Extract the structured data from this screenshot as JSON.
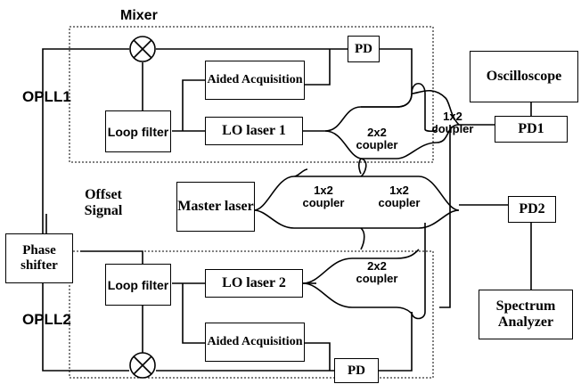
{
  "labels": {
    "mixer": "Mixer",
    "opll1": "OPLL1",
    "opll2": "OPLL2",
    "offset_signal": "Offset Signal",
    "phase_shifter": "Phase shifter",
    "master_laser": "Master laser",
    "loop_filter_1": "Loop filter",
    "loop_filter_2": "Loop filter",
    "aided_acq_1": "Aided Acquisition",
    "aided_acq_2": "Aided Acquisition",
    "lo_laser_1": "LO laser 1",
    "lo_laser_2": "LO laser 2",
    "pd_top": "PD",
    "pd_bottom": "PD",
    "pd1": "PD1",
    "pd2": "PD2",
    "oscilloscope": "Oscilloscope",
    "spectrum_analyzer": "Spectrum Analyzer",
    "coupler_2x2_top": "2x2 coupler",
    "coupler_2x2_bottom": "2x2 coupler",
    "coupler_1x2_right": "1x2 coupler",
    "coupler_1x2_master_left": "1x2 coupler",
    "coupler_1x2_master_right": "1x2 coupler"
  }
}
